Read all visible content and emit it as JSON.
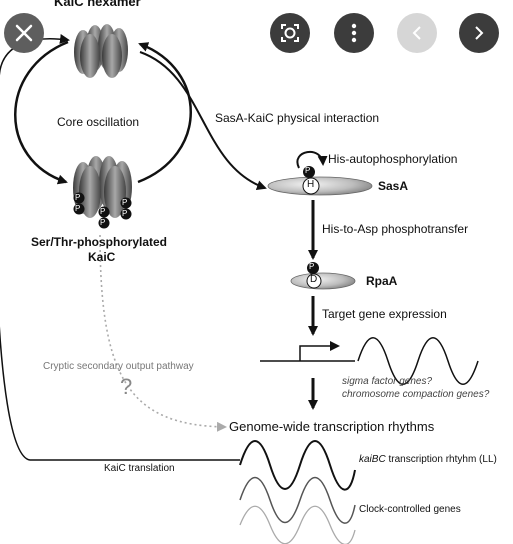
{
  "title": "KaiC hexamer",
  "labels": {
    "core_oscillation": "Core oscillation",
    "physical_interaction": "SasA-KaiC physical interaction",
    "his_autophos": "His-autophosphorylation",
    "sasA": "SasA",
    "phosphotransfer": "His-to-Asp phosphotransfer",
    "rpaA": "RpaA",
    "target_expression": "Target gene expression",
    "ser_thr_line1": "Ser/Thr-phosphorylated",
    "ser_thr_line2": "KaiC",
    "cryptic": "Cryptic secondary output pathway",
    "question": "?",
    "genome_wide": "Genome-wide transcription rhythms",
    "kaic_translation": "KaiC translation",
    "kaibc_gene": "kaiBC",
    "kaibc_rest": " transcription rhtyhm (LL)",
    "clock_controlled": "Clock-controlled genes",
    "genes_line1": "sigma  factor  genes?",
    "genes_line2": "chromosome  compaction  genes?",
    "letter_h": "H",
    "letter_d": "D",
    "letter_p": "P"
  },
  "toolbar": {
    "close_icon": "close-icon",
    "lens_icon": "lens-icon",
    "more_icon": "more-vertical-icon",
    "prev_icon": "chevron-left-icon",
    "next_icon": "chevron-right-icon"
  },
  "colors": {
    "button_dark": "#3c3c3c",
    "button_disabled": "#d6d6d6",
    "close_button": "#5e5e5e",
    "arrow": "#111111",
    "dotted": "#aaaaaa"
  }
}
